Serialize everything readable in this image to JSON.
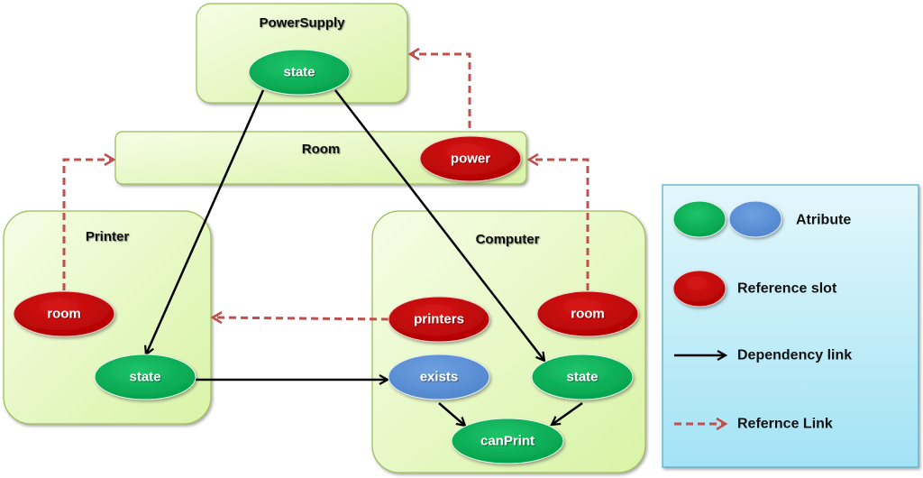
{
  "colors": {
    "attribute_green": "#00a84f",
    "attribute_blue": "#5b8fd6",
    "reference_red": "#c00000",
    "dependency_link": "#000000",
    "reference_link": "#c0504d",
    "component_fill": "#ecfbd0",
    "component_border": "#9bbb59",
    "legend_fill": "#c8eef9",
    "legend_border": "#4bacc6"
  },
  "components": {
    "powersupply": {
      "title": "PowerSupply"
    },
    "room": {
      "title": "Room"
    },
    "printer": {
      "title": "Printer"
    },
    "computer": {
      "title": "Computer"
    }
  },
  "nodes": {
    "ps_state": {
      "label": "state",
      "kind": "attribute"
    },
    "room_power": {
      "label": "power",
      "kind": "reference"
    },
    "printer_room": {
      "label": "room",
      "kind": "reference"
    },
    "printer_state": {
      "label": "state",
      "kind": "attribute"
    },
    "comp_printers": {
      "label": "printers",
      "kind": "reference"
    },
    "comp_room": {
      "label": "room",
      "kind": "reference"
    },
    "comp_exists": {
      "label": "exists",
      "kind": "attribute-blue"
    },
    "comp_state": {
      "label": "state",
      "kind": "attribute"
    },
    "comp_canprint": {
      "label": "canPrint",
      "kind": "attribute"
    }
  },
  "links": [
    {
      "from": "PowerSupply.state",
      "to": "Printer.state",
      "type": "dependency"
    },
    {
      "from": "PowerSupply.state",
      "to": "Computer.state",
      "type": "dependency"
    },
    {
      "from": "Printer.state",
      "to": "Computer.exists",
      "type": "dependency"
    },
    {
      "from": "Computer.exists",
      "to": "Computer.canPrint",
      "type": "dependency"
    },
    {
      "from": "Computer.state",
      "to": "Computer.canPrint",
      "type": "dependency"
    },
    {
      "from": "Room.power",
      "to": "PowerSupply",
      "type": "reference"
    },
    {
      "from": "Printer.room",
      "to": "Room",
      "type": "reference"
    },
    {
      "from": "Computer.room",
      "to": "Room",
      "type": "reference"
    },
    {
      "from": "Computer.printers",
      "to": "Printer",
      "type": "reference"
    }
  ],
  "legend": {
    "attribute": "Atribute",
    "reference_slot": "Reference slot",
    "dependency_link": "Dependency link",
    "reference_link": "Refernce Link"
  }
}
